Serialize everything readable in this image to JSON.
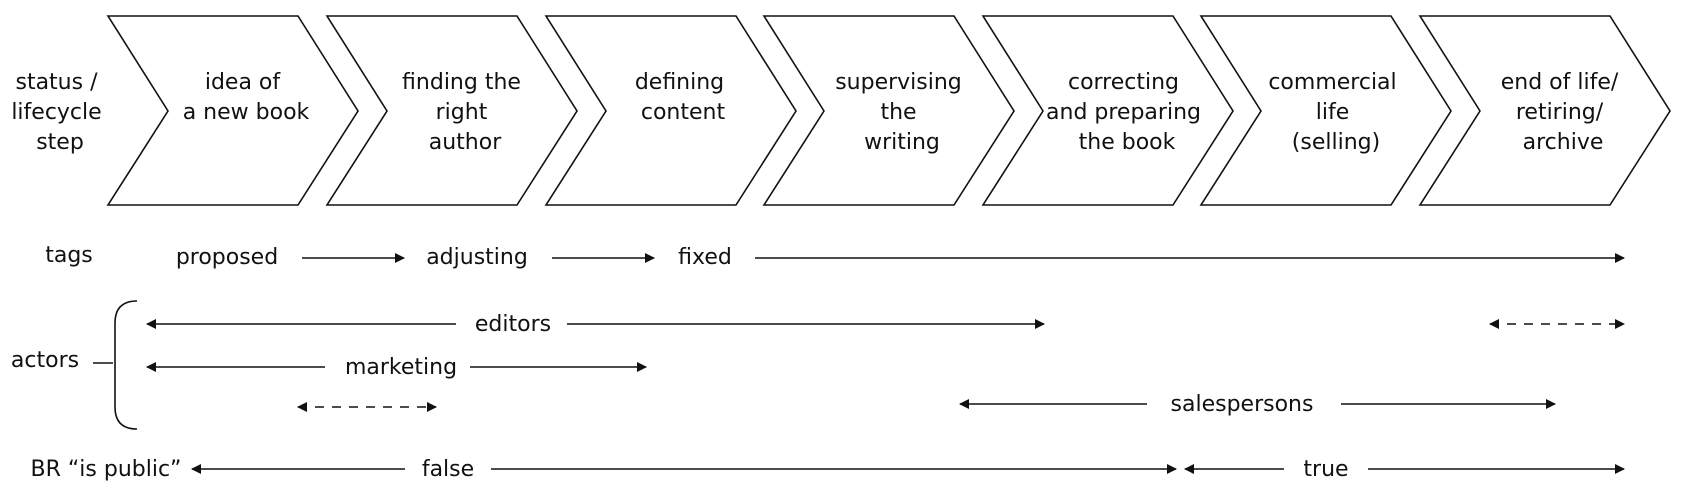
{
  "row_labels": {
    "status": [
      "status /",
      "lifecycle",
      "step"
    ],
    "tags": "tags",
    "actors": "actors",
    "br": "BR “is public”"
  },
  "steps": [
    [
      "idea of",
      "a new book"
    ],
    [
      "finding the",
      "right",
      "author"
    ],
    [
      "defining",
      "content"
    ],
    [
      "supervising",
      "the",
      "writing"
    ],
    [
      "correcting",
      "and preparing",
      "the book"
    ],
    [
      "commercial",
      "life",
      "(selling)"
    ],
    [
      "end of life/",
      "retiring/",
      "archive"
    ]
  ],
  "tags": [
    "proposed",
    "adjusting",
    "fixed"
  ],
  "actors": {
    "editors": "editors",
    "marketing": "marketing",
    "salespersons": "salespersons"
  },
  "br_values": {
    "false": "false",
    "true": "true"
  }
}
